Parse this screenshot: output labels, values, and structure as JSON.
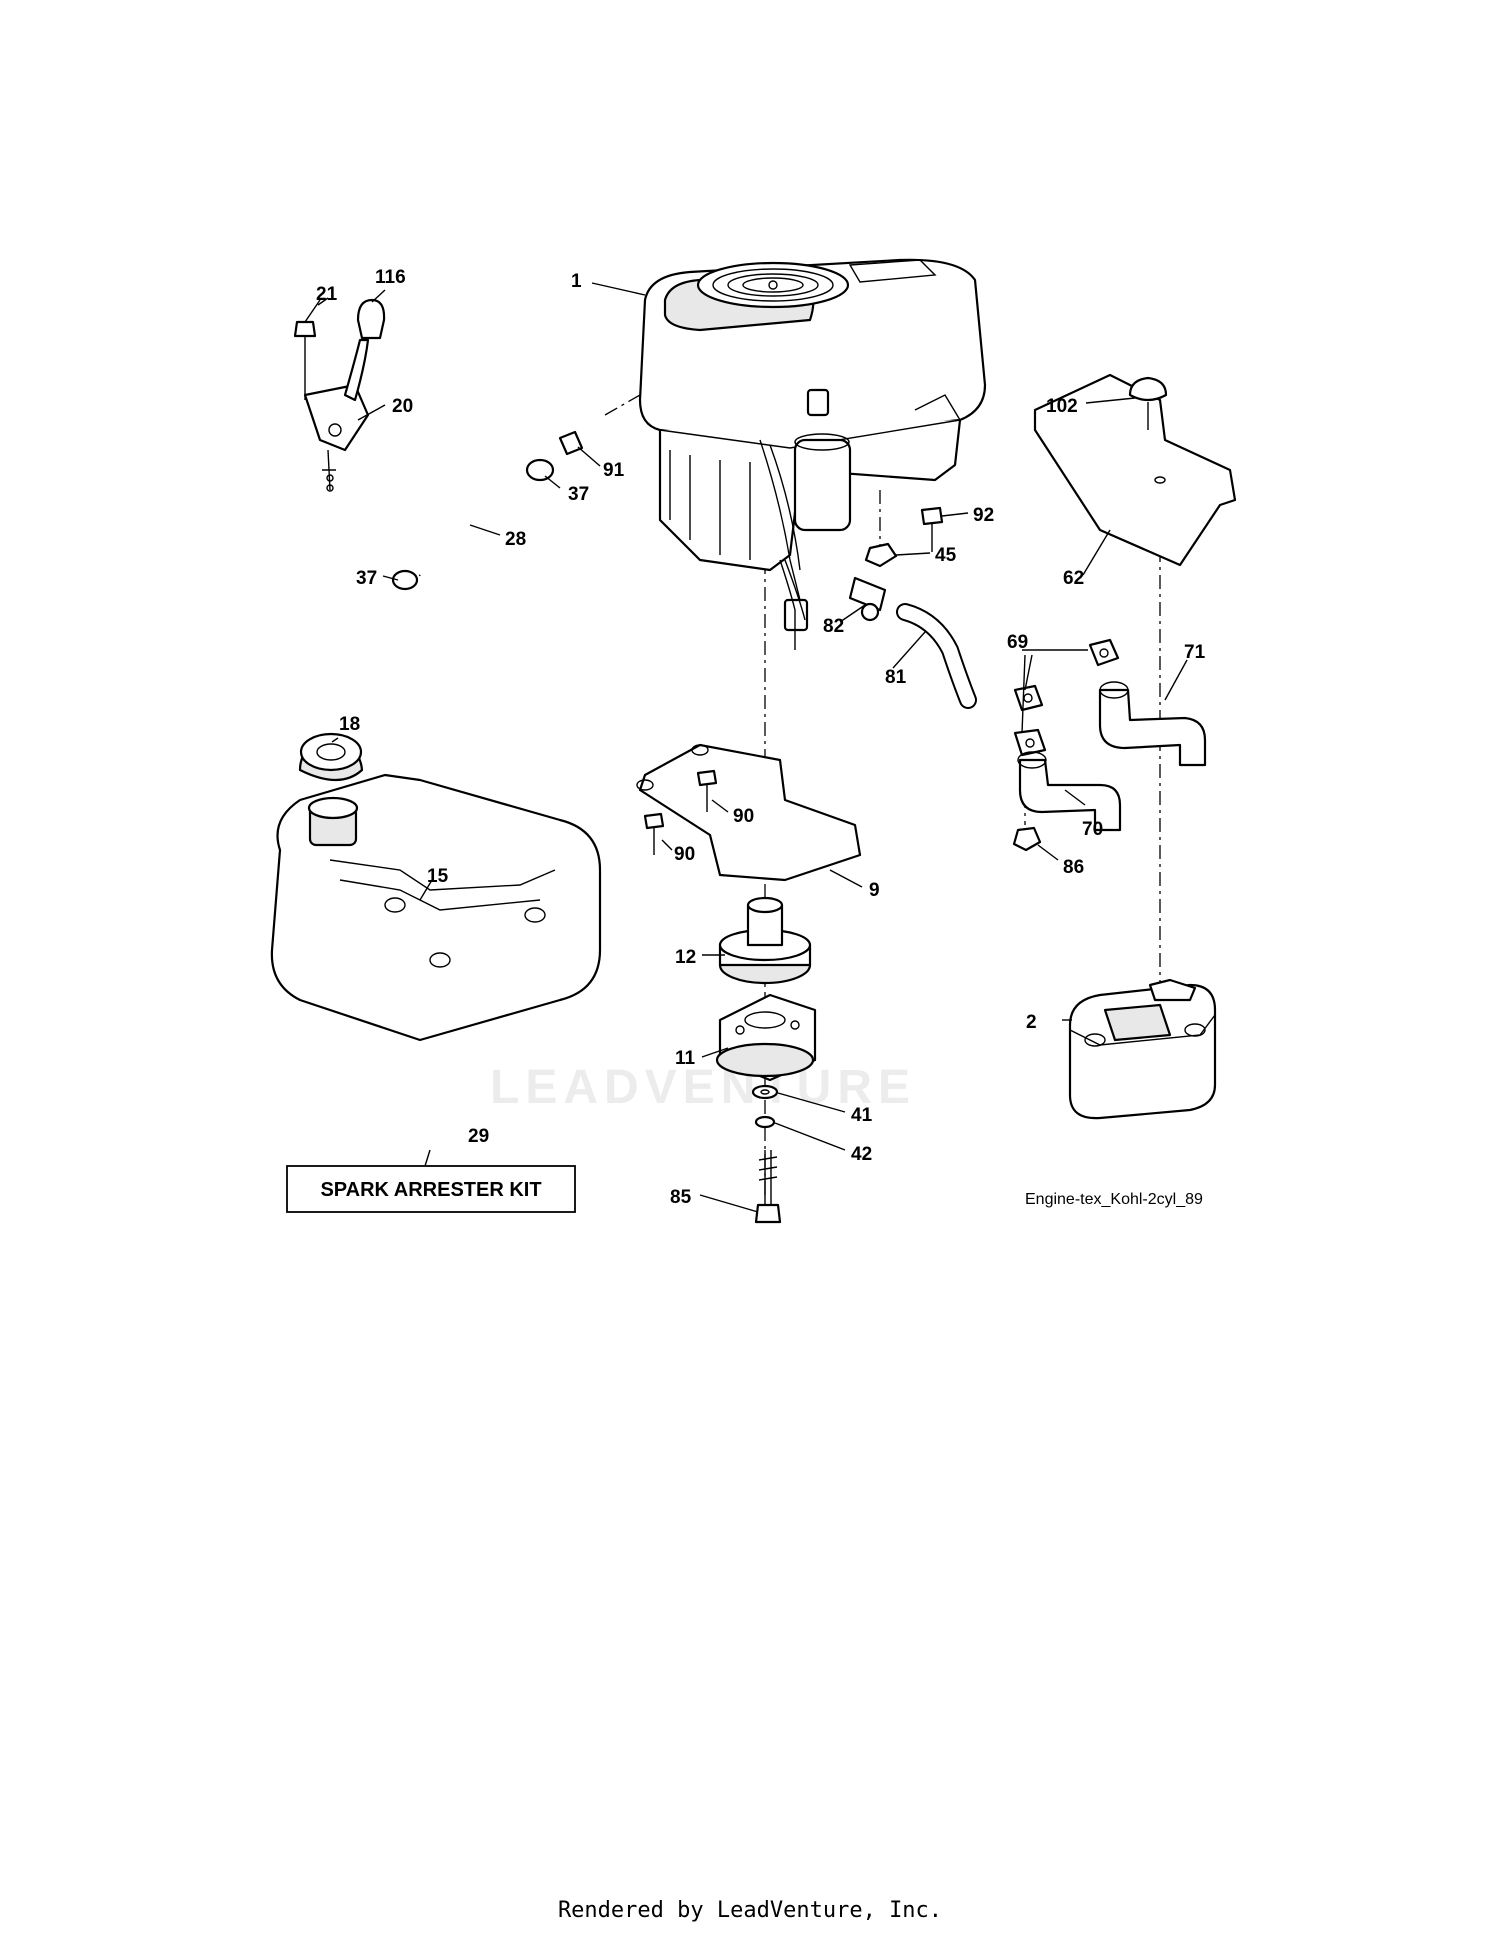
{
  "watermark": "LEADVENTURE",
  "diagram_code": "Engine-tex_Kohl-2cyl_89",
  "kit_label": "SPARK ARRESTER KIT",
  "footer": "Rendered by LeadVenture, Inc.",
  "callouts": {
    "c1": "1",
    "c2": "2",
    "c9": "9",
    "c11": "11",
    "c12": "12",
    "c15": "15",
    "c18": "18",
    "c20": "20",
    "c21": "21",
    "c28": "28",
    "c29": "29",
    "c37a": "37",
    "c37b": "37",
    "c41": "41",
    "c42": "42",
    "c45": "45",
    "c62": "62",
    "c69": "69",
    "c70": "70",
    "c71": "71",
    "c81": "81",
    "c82": "82",
    "c85": "85",
    "c86": "86",
    "c90a": "90",
    "c90b": "90",
    "c91": "91",
    "c92": "92",
    "c102": "102",
    "c116": "116"
  }
}
